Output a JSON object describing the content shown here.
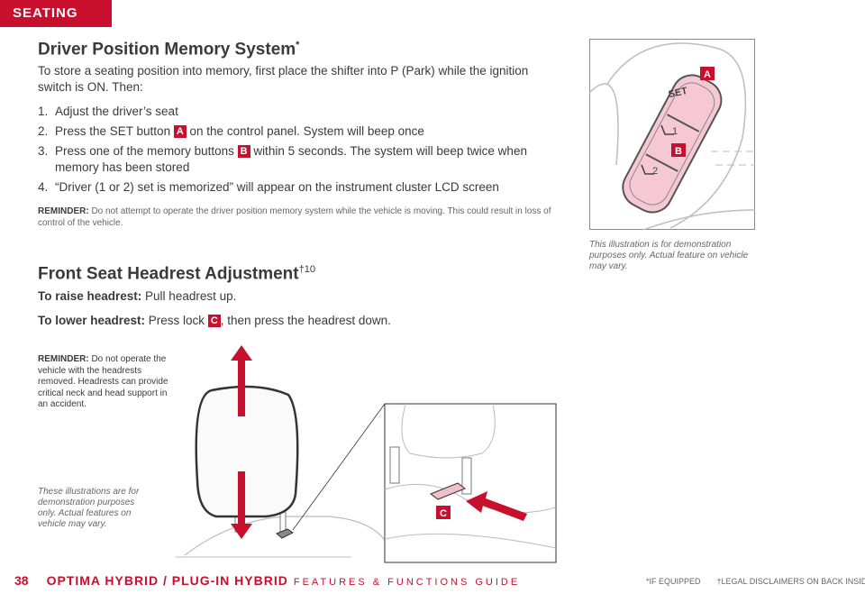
{
  "section_tab": "SEATING",
  "memory": {
    "title": "Driver Position Memory System",
    "title_mark": "*",
    "intro": "To store a seating position into memory, first place the shifter into P (Park) while the ignition switch is ON. Then:",
    "steps": [
      {
        "num": "1.",
        "text_a": "Adjust the driver’s seat",
        "badge": "",
        "text_b": ""
      },
      {
        "num": "2.",
        "text_a": "Press the SET button ",
        "badge": "A",
        "text_b": " on the control panel. System will beep once"
      },
      {
        "num": "3.",
        "text_a": "Press one of the memory buttons ",
        "badge": "B",
        "text_b": " within 5 seconds. The system will beep twice when memory has been stored"
      },
      {
        "num": "4.",
        "text_a": "“Driver (1 or 2) set is memorized” will appear on the instrument cluster LCD screen",
        "badge": "",
        "text_b": ""
      }
    ],
    "reminder_label": "REMINDER:",
    "reminder_text": " Do not attempt to operate the driver position memory system while the vehicle is moving. This could result in loss of control of the vehicle.",
    "illustration_caption": "This illustration is for demonstration purposes only. Actual feature on vehicle may vary.",
    "panel_set_label": "SET",
    "panel_btn1": "1",
    "panel_btn2": "2",
    "callout_a": "A",
    "callout_b": "B"
  },
  "headrest": {
    "title": "Front Seat Headrest Adjustment",
    "title_mark": "†10",
    "raise_label": "To raise headrest:",
    "raise_text": " Pull headrest up.",
    "lower_label": "To lower headrest:",
    "lower_text_a": " Press lock ",
    "lower_badge": "C",
    "lower_text_b": ", then press the headrest down.",
    "reminder_label": "REMINDER:",
    "reminder_text": " Do not operate the vehicle with the headrests removed. Headrests can provide critical neck and head support in an accident.",
    "illustration_caption": "These illustrations are for demonstration purposes only. Actual features on vehicle may vary.",
    "callout_c": "C"
  },
  "footer": {
    "page_number": "38",
    "model": "OPTIMA HYBRID / PLUG-IN HYBRID",
    "guide": "FEATURES & FUNCTIONS GUIDE",
    "if_equipped": "*IF EQUIPPED",
    "legal": "†LEGAL DISCLAIMERS ON BACK INSIDE COVER"
  },
  "colors": {
    "accent_red": "#c8102e",
    "panel_pink": "#f6c8d4",
    "text": "#3a3a3a"
  }
}
